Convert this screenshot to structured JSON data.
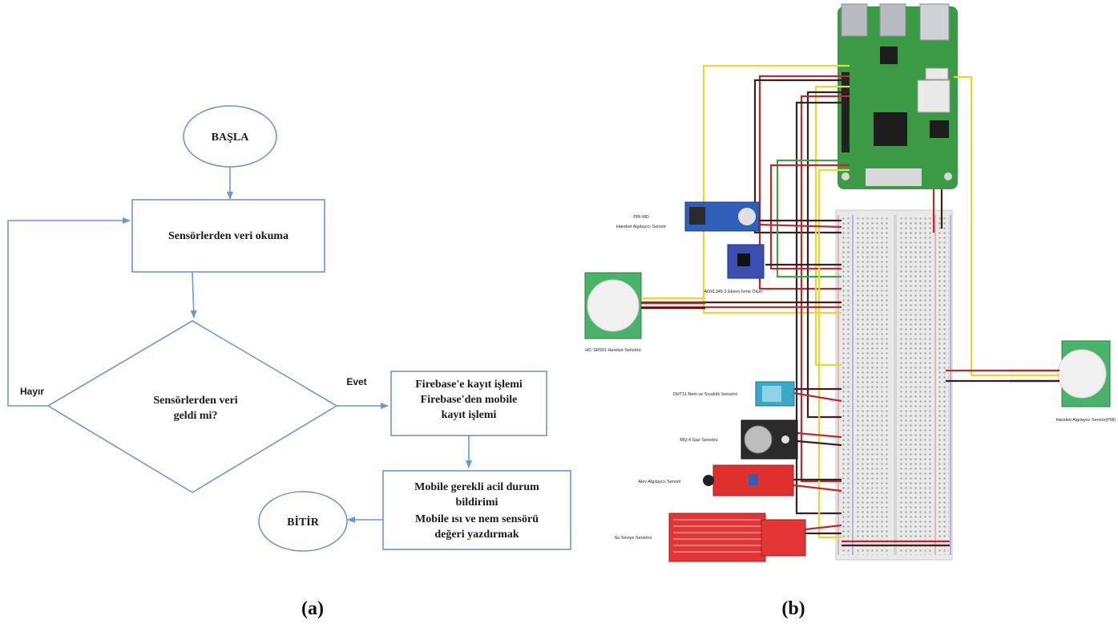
{
  "flowchart": {
    "start": "BAŞLA",
    "read_lines": [
      "Sensörlerden veri okuma"
    ],
    "decision_lines": [
      "Sensörlerden veri",
      "geldi mi?"
    ],
    "no_label": "Hayır",
    "yes_label": "Evet",
    "firebase_lines": [
      "Firebase'e kayıt işlemi",
      "Firebase'den mobile",
      "kayıt işlemi"
    ],
    "notify_lines": [
      "Mobile gerekli acil durum",
      "bildirimi",
      "Mobile ısı ve nem sensörü",
      "değeri yazdırmak"
    ],
    "end": "BİTİR"
  },
  "circuit": {
    "pir_hcsr_label_lines": [
      "PIR-MD",
      "Hareket Algılayıcı Sensör"
    ],
    "adxl_label": "ADXL345 3 Eksen İvme Ölçer",
    "pir_big_label": "HC-SR501 Hareket Sensörü",
    "dht_label": "DHT11 Nem ve Sıcaklık Sensörü",
    "mq_label": "MQ-4 Gaz Sensörü",
    "flame_label": "Alev Algılayıcı Sensör",
    "water_label": "Su Seviye Sensörü",
    "pir_right_label": "Hareket Algılayıcı Sensör(PIR)"
  },
  "captions": {
    "a": "(a)",
    "b": "(b)"
  },
  "colors": {
    "flow_line": "#6e96cf",
    "board_green": "#3a9a46",
    "wire_red": "#c0282b",
    "wire_dark": "#3b1f1f",
    "wire_yellow": "#e3d92f",
    "wire_green": "#3da34a"
  }
}
